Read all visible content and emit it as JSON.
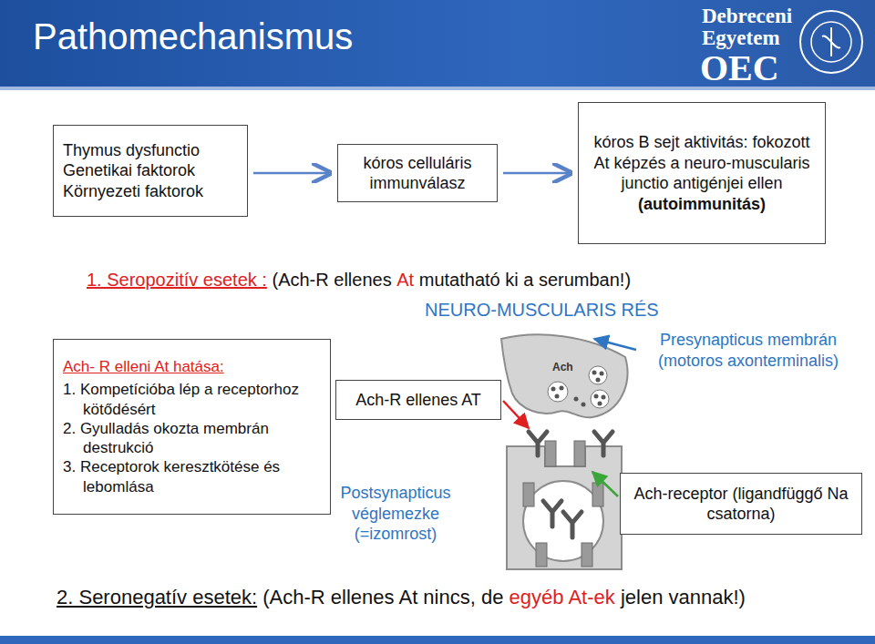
{
  "diagram": {
    "title": "Pathomechanismus",
    "nodes": [
      {
        "text": [
          "Thymus dysfunctio Genetikai faktorok Környezeti faktorok"
        ]
      },
      {
        "text": [
          "kóros celluláris immunválasz"
        ]
      },
      {
        "text": [
          "kóros B sejt aktivitás: fokozott At képzés a neuro-muscularis junctio antigénjei ellen",
          "(autoimmunitás)"
        ]
      },
      {
        "text": [
          "Ach- R elleni At hatása:",
          "1. Kompetícióba lép a receptorhoz kötődésért",
          "2. Gyulladás okozta membrán destrukció",
          "3. Receptorok keresztkötése és lebomlása"
        ]
      },
      {
        "text": [
          "Ach-R ellenes AT"
        ]
      },
      {
        "text": [
          "Ach-receptor (ligandfüggő Na csatorna)"
        ]
      }
    ],
    "edges": [
      {
        "from": 0,
        "to": 1,
        "arrow": "to"
      },
      {
        "from": 1,
        "to": 2,
        "arrow": "to"
      }
    ],
    "labels": [
      "Debreceni",
      "Egyetem",
      "OEC",
      "1. Seropozitív esetek :",
      "(Ach-R ellenes",
      "At",
      "mutatható ki a serumban!)",
      "NEURO-MUSCULARIS RÉS",
      "Ach",
      "Presynapticus membrán (motoros axonterminalis)",
      "Postsynapticus véglemezke (=izomrost)",
      "2. Seronegatív esetek:",
      "(Ach-R ellenes At nincs, de",
      "egyéb At-ek",
      "jelen vannak!)"
    ]
  }
}
